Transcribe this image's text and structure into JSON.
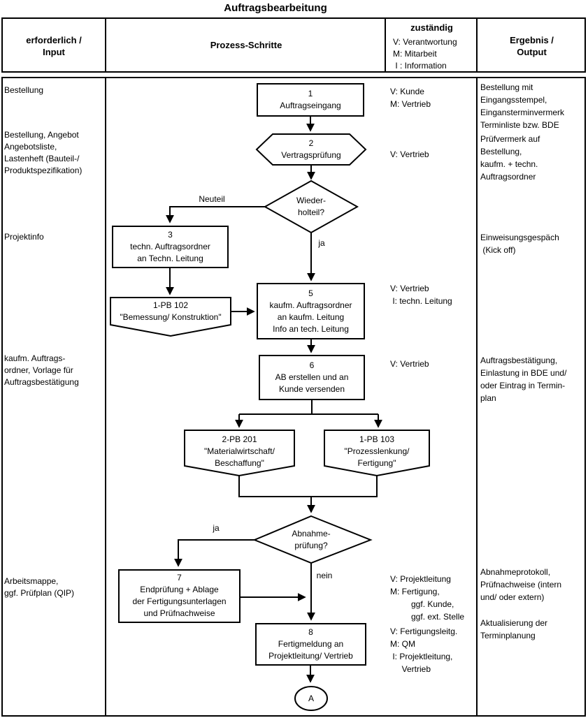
{
  "title": "Auftragsbearbeitung",
  "header": {
    "input": "erforderlich /\nInput",
    "process": "Prozess-Schritte",
    "responsible": "zuständig",
    "legend": "V: Verantwortung\nM: Mitarbeit\n I : Information",
    "output": "Ergebnis /\nOutput"
  },
  "steps": {
    "s1": "1\nAuftragseingang",
    "s2": "2\nVertragsprüfung",
    "d1": "Wieder-\nholteil?",
    "s3": "3\ntechn. Auftragsordner\nan Techn. Leitung",
    "pb102": "1-PB 102\n\"Bemessung/ Konstruktion\"",
    "s5": "5\nkaufm. Auftragsordner\nan kaufm. Leitung\nInfo an tech. Leitung",
    "s6": "6\nAB erstellen und an\nKunde versenden",
    "pb201": "2-PB 201\n\"Materialwirtschaft/\nBeschaffung\"",
    "pb103": "1-PB 103\n\"Prozesslenkung/\nFertigung\"",
    "d2": "Abnahme-\nprüfung?",
    "s7": "7\nEndprüfung + Ablage\nder Fertigungsunterlagen\nund Prüfnachweise",
    "s8": "8\nFertigmeldung an\nProjektleitung/ Vertrieb",
    "end": "A"
  },
  "branches": {
    "neuteil": "Neuteil",
    "ja1": "ja",
    "ja2": "ja",
    "nein": "nein"
  },
  "inputs": {
    "i1": "Bestellung",
    "i2": "Bestellung, Angebot\nAngebotsliste,\nLastenheft (Bauteil-/\nProduktspezifikation)",
    "i3": "Projektinfo",
    "i4": "kaufm. Auftrags-\nordner, Vorlage für\nAuftragsbestätigung",
    "i5": "Arbeitsmappe,\nggf. Prüfplan (QIP)"
  },
  "responsible": {
    "r1": "V: Kunde\nM: Vertrieb",
    "r2": "V: Vertrieb",
    "r3": "V: Vertrieb\n I: techn. Leitung",
    "r4": "V: Vertrieb",
    "r5": "V: Projektleitung\nM: Fertigung,\n         ggf. Kunde,\n         ggf. ext. Stelle",
    "r6": "V: Fertigungsleitg.\nM: QM\n I: Projektleitung,\n     Vertrieb"
  },
  "outputs": {
    "o1": "Bestellung mit\nEingangsstempel,\nEingansterminvermerk\nTerminliste bzw. BDE",
    "o2": "Prüfvermerk auf\nBestellung,\nkaufm. + techn.\nAuftragsordner",
    "o3": "Einweisungsgespäch\n (Kick off)",
    "o4": "Auftragsbestätigung,\nEinlastung in BDE und/\noder Eintrag in Termin-\nplan",
    "o5": "Abnahmeprotokoll,\nPrüfnachweise (intern\nund/ oder extern)",
    "o6": "Aktualisierung der\nTerminplanung"
  }
}
